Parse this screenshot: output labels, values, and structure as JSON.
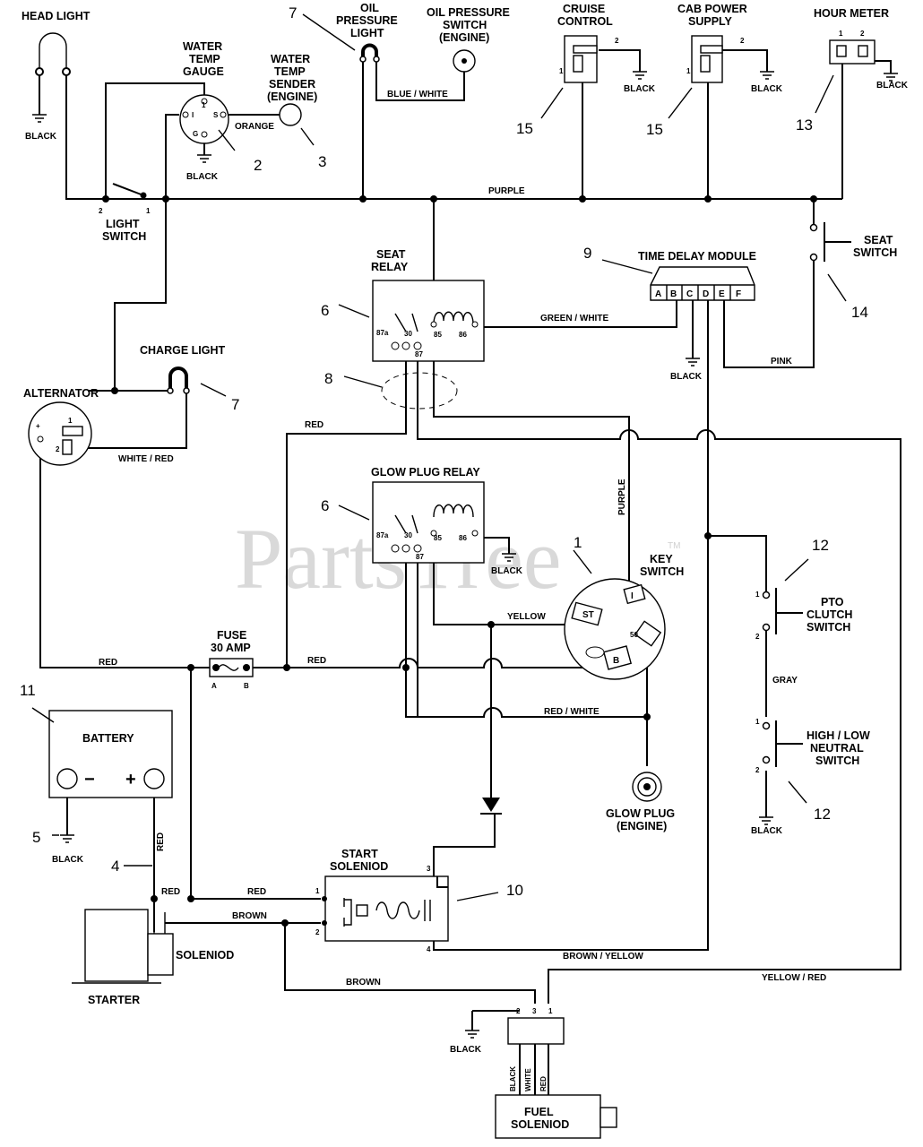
{
  "watermark": "PartsTree",
  "watermark_tm": "TM",
  "components": {
    "head_light": "HEAD LIGHT",
    "water_temp_gauge": [
      "WATER",
      "TEMP",
      "GAUGE"
    ],
    "water_temp_sender": [
      "WATER",
      "TEMP",
      "SENDER",
      "(ENGINE)"
    ],
    "oil_pressure_light": [
      "OIL",
      "PRESSURE",
      "LIGHT"
    ],
    "oil_pressure_switch": [
      "OIL PRESSURE",
      "SWITCH",
      "(ENGINE)"
    ],
    "cruise_control": [
      "CRUISE",
      "CONTROL"
    ],
    "cab_power_supply": [
      "CAB POWER",
      "SUPPLY"
    ],
    "hour_meter": "HOUR METER",
    "light_switch": [
      "LIGHT",
      "SWITCH"
    ],
    "seat_switch": [
      "SEAT",
      "SWITCH"
    ],
    "time_delay_module": "TIME DELAY MODULE",
    "seat_relay": [
      "SEAT",
      "RELAY"
    ],
    "charge_light": "CHARGE LIGHT",
    "alternator": "ALTERNATOR",
    "glow_plug_relay": "GLOW PLUG RELAY",
    "key_switch": [
      "KEY",
      "SWITCH"
    ],
    "pto_clutch_switch": [
      "PTO",
      "CLUTCH",
      "SWITCH"
    ],
    "fuse": [
      "FUSE",
      "30 AMP"
    ],
    "battery": "BATTERY",
    "high_low_neutral_switch": [
      "HIGH / LOW",
      "NEUTRAL",
      "SWITCH"
    ],
    "glow_plug": [
      "GLOW PLUG",
      "(ENGINE)"
    ],
    "start_solenoid": [
      "START",
      "SOLENIOD"
    ],
    "solenoid": "SOLENIOD",
    "starter": "STARTER",
    "fuel_solenoid": [
      "FUEL",
      "SOLENIOD"
    ]
  },
  "wires": {
    "black": "BLACK",
    "orange": "ORANGE",
    "blue_white": "BLUE / WHITE",
    "purple": "PURPLE",
    "green_white": "GREEN / WHITE",
    "pink": "PINK",
    "red": "RED",
    "white_red": "WHITE / RED",
    "yellow": "YELLOW",
    "red_white": "RED / WHITE",
    "gray": "GRAY",
    "brown": "BROWN",
    "brown_yellow": "BROWN / YELLOW",
    "yellow_red": "YELLOW / RED",
    "white": "WHITE"
  },
  "callouts": [
    "1",
    "2",
    "3",
    "4",
    "5",
    "6",
    "7",
    "8",
    "9",
    "10",
    "11",
    "12",
    "13",
    "14",
    "15"
  ],
  "pins": {
    "gauge": [
      "1",
      "I",
      "S",
      "G"
    ],
    "light_switch": [
      "2",
      "1"
    ],
    "relay": [
      "87a",
      "30",
      "87",
      "85",
      "86"
    ],
    "tdm": [
      "A",
      "B",
      "C",
      "D",
      "E",
      "F"
    ],
    "fuse": [
      "A",
      "B"
    ],
    "key": [
      "I",
      "ST",
      "50",
      "B"
    ],
    "alternator": [
      "+",
      "1",
      "2"
    ],
    "switch12": [
      "1",
      "2"
    ],
    "start_solenoid": [
      "1",
      "2",
      "3",
      "4"
    ],
    "fuel": [
      "2",
      "3",
      "1"
    ]
  },
  "signs": {
    "minus": "−",
    "plus": "+"
  }
}
